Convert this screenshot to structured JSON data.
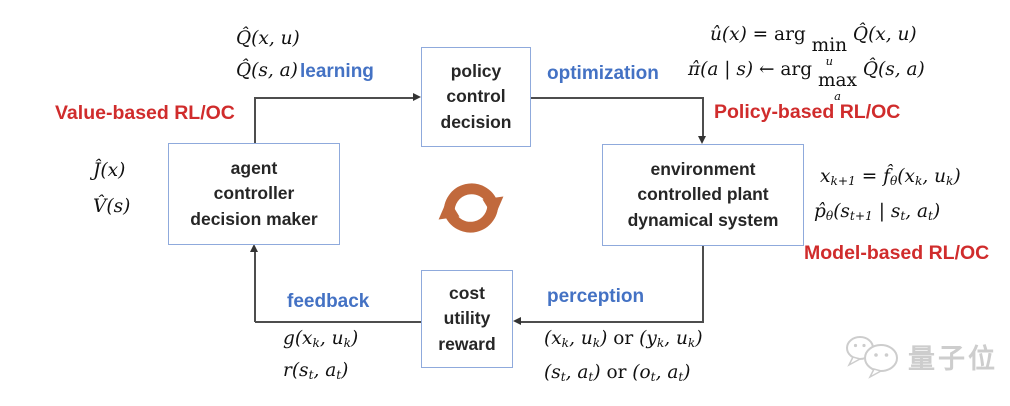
{
  "diagram": {
    "boxes": {
      "policy": {
        "lines": [
          "policy",
          "control",
          "decision"
        ]
      },
      "environment": {
        "lines": [
          "environment",
          "controlled plant",
          "dynamical system"
        ]
      },
      "cost": {
        "lines": [
          "cost",
          "utility",
          "reward"
        ]
      },
      "agent": {
        "lines": [
          "agent",
          "controller",
          "decision maker"
        ]
      }
    },
    "edge_labels": {
      "learning": "learning",
      "optimization": "optimization",
      "perception": "perception",
      "feedback": "feedback"
    },
    "category_labels": {
      "value_based": "Value-based RL/OC",
      "policy_based": "Policy-based RL/OC",
      "model_based": "Model-based RL/OC"
    },
    "formulas": {
      "q_xu": [
        {
          "t": "Q̂(x, u)"
        }
      ],
      "q_sa": [
        {
          "t": "Q̂(s, a)"
        }
      ],
      "j_x": [
        {
          "t": "Ĵ(x)"
        }
      ],
      "v_s": [
        {
          "t": "V̂(s)"
        }
      ],
      "u_argmin": [
        {
          "t": "û(x) = "
        },
        {
          "t": "arg ",
          "up": true
        },
        {
          "t": "min",
          "under": "u"
        },
        {
          "t": " Q̂(x, u)"
        }
      ],
      "pi_argmax": [
        {
          "t": "π̂(a | s) ← "
        },
        {
          "t": "arg ",
          "up": true
        },
        {
          "t": "max",
          "under": "a"
        },
        {
          "t": " Q̂(s, a)"
        }
      ],
      "dyn_f": [
        {
          "t": "x"
        },
        {
          "t": "k+1",
          "sub": true
        },
        {
          "t": " = f̂"
        },
        {
          "t": "θ",
          "sub": true
        },
        {
          "t": "(x"
        },
        {
          "t": "k",
          "sub": true
        },
        {
          "t": ", u"
        },
        {
          "t": "k",
          "sub": true
        },
        {
          "t": ")"
        }
      ],
      "dyn_p": [
        {
          "t": "p̂"
        },
        {
          "t": "θ",
          "sub": true
        },
        {
          "t": "(s"
        },
        {
          "t": "t+1",
          "sub": true
        },
        {
          "t": " | s"
        },
        {
          "t": "t",
          "sub": true
        },
        {
          "t": ", a"
        },
        {
          "t": "t",
          "sub": true
        },
        {
          "t": ")"
        }
      ],
      "g_cost": [
        {
          "t": "g(x"
        },
        {
          "t": "k",
          "sub": true
        },
        {
          "t": ", u"
        },
        {
          "t": "k",
          "sub": true
        },
        {
          "t": ")"
        }
      ],
      "r_reward": [
        {
          "t": "r(s"
        },
        {
          "t": "t",
          "sub": true
        },
        {
          "t": ", a"
        },
        {
          "t": "t",
          "sub": true
        },
        {
          "t": ")"
        }
      ],
      "percept_xu": [
        {
          "t": "(x"
        },
        {
          "t": "k",
          "sub": true
        },
        {
          "t": ", u"
        },
        {
          "t": "k",
          "sub": true
        },
        {
          "t": ") "
        },
        {
          "t": "or",
          "up": true
        },
        {
          "t": " (y"
        },
        {
          "t": "k",
          "sub": true
        },
        {
          "t": ", u"
        },
        {
          "t": "k",
          "sub": true
        },
        {
          "t": ")"
        }
      ],
      "percept_sa": [
        {
          "t": "(s"
        },
        {
          "t": "t",
          "sub": true
        },
        {
          "t": ", a"
        },
        {
          "t": "t",
          "sub": true
        },
        {
          "t": ") "
        },
        {
          "t": "or",
          "up": true
        },
        {
          "t": " (o"
        },
        {
          "t": "t",
          "sub": true
        },
        {
          "t": ", a"
        },
        {
          "t": "t",
          "sub": true
        },
        {
          "t": ")"
        }
      ]
    },
    "icons": {
      "cycle": "cycle-arrows-icon",
      "watermark": "wechat-bubbles-icon"
    },
    "colors": {
      "box_border": "#8FAADC",
      "label_blue": "#4472C4",
      "label_red": "#D02C2C",
      "cycle_orange": "#C1693C",
      "line": "#4d4d4d",
      "watermark_gray": "#cdcdcd"
    },
    "watermark_text": "量子位"
  }
}
